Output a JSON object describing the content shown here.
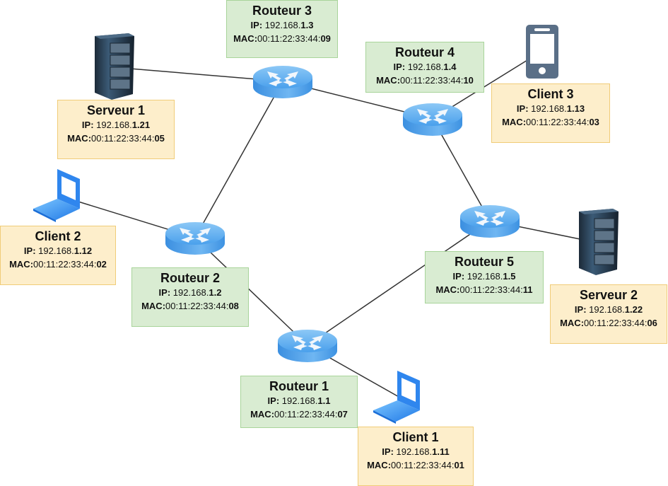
{
  "diagram": {
    "ip_label": "IP: ",
    "mac_label": "MAC:",
    "routers": [
      {
        "id": "r1",
        "name": "Routeur 1",
        "ip_prefix": "192.168.",
        "ip_suffix": "1.1",
        "mac_prefix": "00:11:22:33:44:",
        "mac_suffix": "07"
      },
      {
        "id": "r2",
        "name": "Routeur 2",
        "ip_prefix": "192.168.",
        "ip_suffix": "1.2",
        "mac_prefix": "00:11:22:33:44:",
        "mac_suffix": "08"
      },
      {
        "id": "r3",
        "name": "Routeur 3",
        "ip_prefix": "192.168.",
        "ip_suffix": "1.3",
        "mac_prefix": "00:11:22:33:44:",
        "mac_suffix": "09"
      },
      {
        "id": "r4",
        "name": "Routeur 4",
        "ip_prefix": "192.168.",
        "ip_suffix": "1.4",
        "mac_prefix": "00:11:22:33:44:",
        "mac_suffix": "10"
      },
      {
        "id": "r5",
        "name": "Routeur 5",
        "ip_prefix": "192.168.",
        "ip_suffix": "1.5",
        "mac_prefix": "00:11:22:33:44:",
        "mac_suffix": "11"
      }
    ],
    "hosts": [
      {
        "id": "s1",
        "type": "server",
        "name": "Serveur 1",
        "ip_prefix": "192.168.",
        "ip_suffix": "1.21",
        "mac_prefix": "00:11:22:33:44:",
        "mac_suffix": "05"
      },
      {
        "id": "s2",
        "type": "server",
        "name": "Serveur 2",
        "ip_prefix": "192.168.",
        "ip_suffix": "1.22",
        "mac_prefix": "00:11:22:33:44:",
        "mac_suffix": "06"
      },
      {
        "id": "c1",
        "type": "laptop",
        "name": "Client 1",
        "ip_prefix": "192.168.",
        "ip_suffix": "1.11",
        "mac_prefix": "00:11:22:33:44:",
        "mac_suffix": "01"
      },
      {
        "id": "c2",
        "type": "laptop",
        "name": "Client 2",
        "ip_prefix": "192.168.",
        "ip_suffix": "1.12",
        "mac_prefix": "00:11:22:33:44:",
        "mac_suffix": "02"
      },
      {
        "id": "c3",
        "type": "phone",
        "name": "Client 3",
        "ip_prefix": "192.168.",
        "ip_suffix": "1.13",
        "mac_prefix": "00:11:22:33:44:",
        "mac_suffix": "03"
      }
    ],
    "links": [
      [
        "s1",
        "r3"
      ],
      [
        "r3",
        "r4"
      ],
      [
        "r3",
        "r2"
      ],
      [
        "r4",
        "c3"
      ],
      [
        "r4",
        "r5"
      ],
      [
        "r5",
        "s2"
      ],
      [
        "r5",
        "r1"
      ],
      [
        "r2",
        "c2"
      ],
      [
        "r2",
        "r1"
      ],
      [
        "r1",
        "c1"
      ]
    ],
    "colors": {
      "router_box_bg": "#d9ecd2",
      "router_box_border": "#a8d49a",
      "host_box_bg": "#fdeecb",
      "host_box_border": "#f0cc78",
      "router_icon": "#4a9fe8",
      "link": "#333333"
    }
  }
}
